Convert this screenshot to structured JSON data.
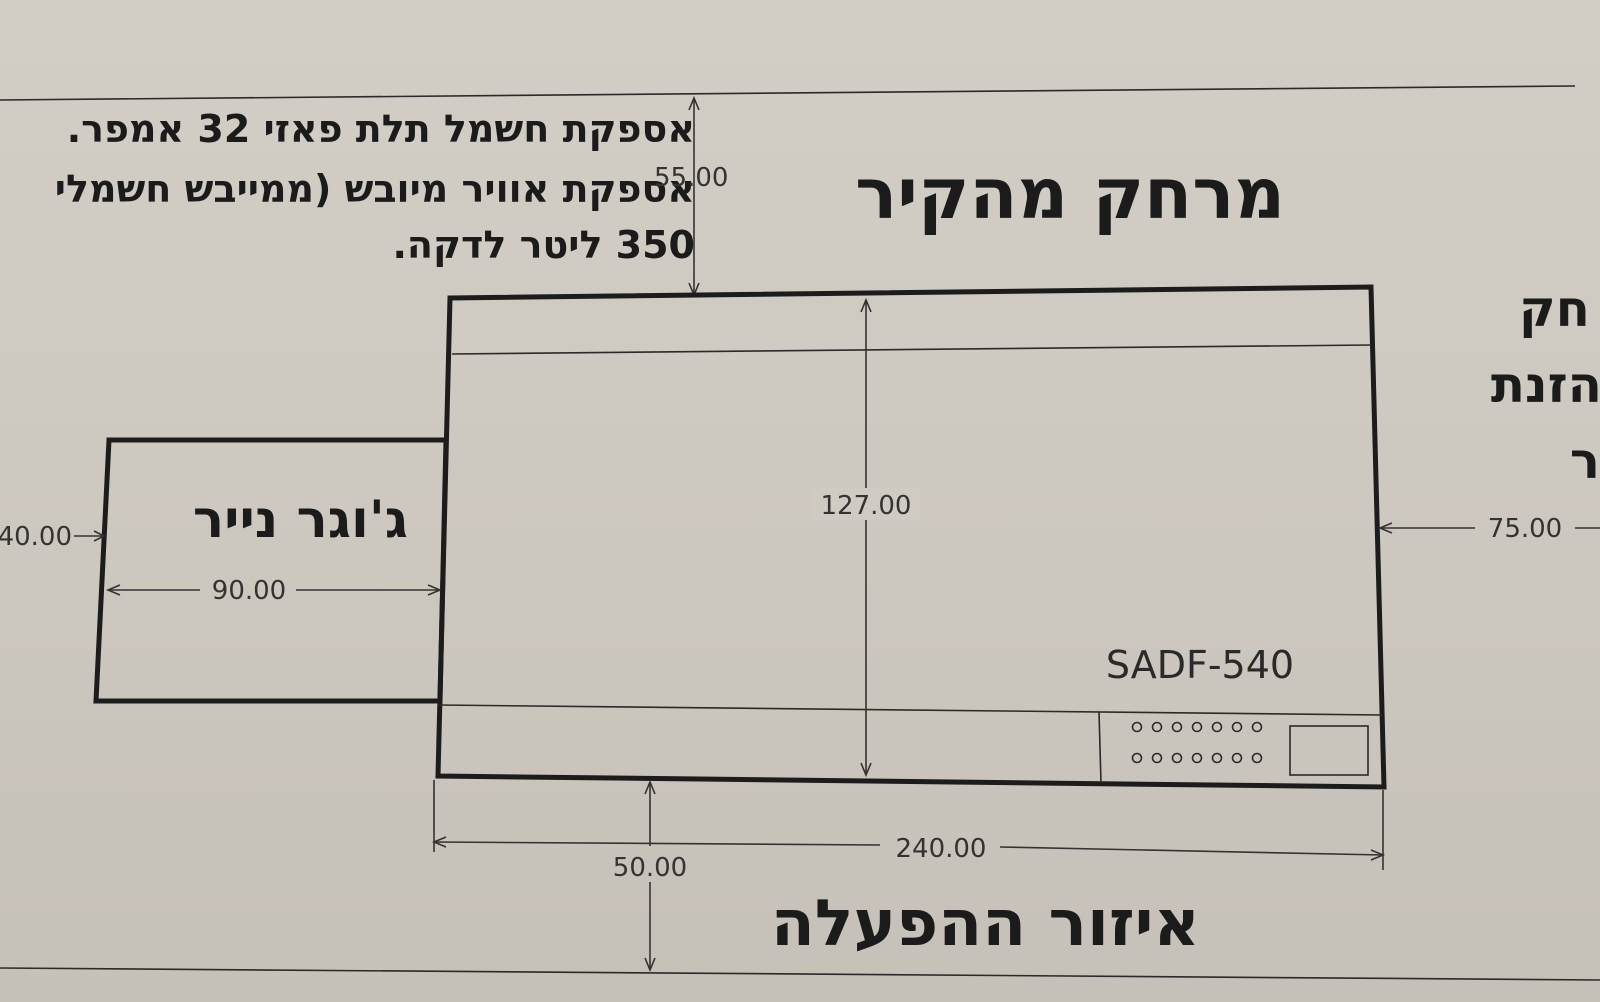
{
  "notes": {
    "line1": "אספקת חשמל תלת פאזי 32 אמפר.",
    "line2": "אספקת אוויר מיובש (ממייבש חשמלי",
    "line3": "350 ליטר לדקה."
  },
  "labels": {
    "wall_distance": "מרחק מהקיר",
    "paper_jogger": "ג'וגר נייר",
    "operation_area": "איזור ההפעלה",
    "right_cut_line1": "חק",
    "right_cut_line2": "הזנת",
    "right_cut_line3": "ר",
    "model": "SADF-540"
  },
  "dimensions": {
    "top": "55.00",
    "height": "127.00",
    "left": "40.00",
    "jogger_width": "90.00",
    "right": "75.00",
    "width": "240.00",
    "bottom": "50.00"
  },
  "control_panel": {
    "holes_per_row": 7,
    "rows": 2
  }
}
